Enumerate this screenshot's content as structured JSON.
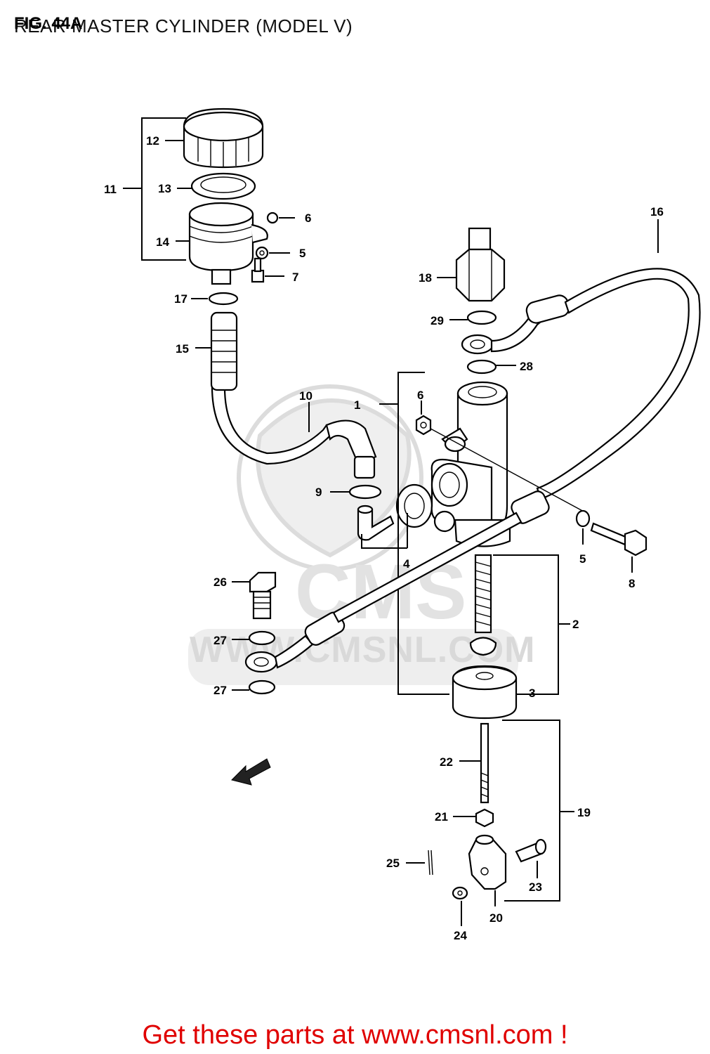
{
  "header": {
    "fig_label": "FIG. 44A",
    "title": "REAR MASTER CYLINDER (MODEL V)"
  },
  "watermark": {
    "text": "WWW.CMSNL.COM",
    "logo": "CMS"
  },
  "footer": {
    "text": "Get these parts at www.cmsnl.com !",
    "color": "#e00000"
  },
  "parts": {
    "p1": "1",
    "p2": "2",
    "p3": "3",
    "p4": "4",
    "p5a": "5",
    "p5b": "5",
    "p6a": "6",
    "p6b": "6",
    "p7": "7",
    "p8": "8",
    "p9": "9",
    "p10": "10",
    "p11": "11",
    "p12": "12",
    "p13": "13",
    "p14": "14",
    "p15": "15",
    "p16": "16",
    "p17": "17",
    "p18": "18",
    "p19": "19",
    "p20": "20",
    "p21": "21",
    "p22": "22",
    "p23": "23",
    "p24": "24",
    "p25": "25",
    "p26": "26",
    "p27a": "27",
    "p27b": "27",
    "p28": "28",
    "p29": "29"
  },
  "icons": {
    "front_arrow": "direction-arrow-icon"
  }
}
